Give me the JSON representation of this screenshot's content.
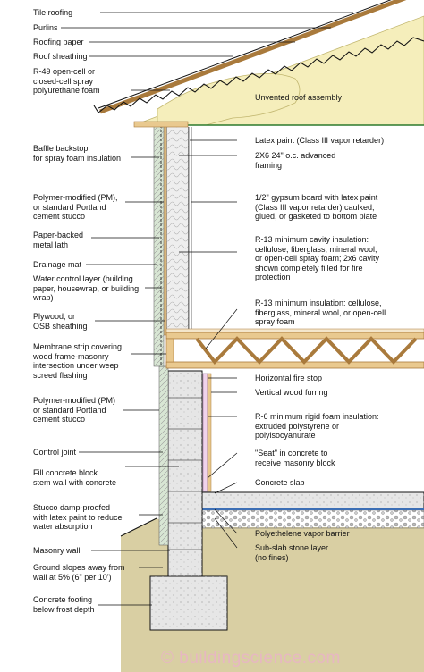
{
  "left_labels": [
    {
      "id": "tile-roofing",
      "lines": [
        "Tile roofing"
      ]
    },
    {
      "id": "purlins",
      "lines": [
        "Purlins"
      ]
    },
    {
      "id": "roofing-paper",
      "lines": [
        "Roofing paper"
      ]
    },
    {
      "id": "roof-sheathing",
      "lines": [
        "Roof sheathing"
      ]
    },
    {
      "id": "spray-foam",
      "lines": [
        "R-49 open-cell or",
        "closed-cell spray",
        "polyurethane foam"
      ]
    },
    {
      "id": "baffle",
      "lines": [
        "Baffle backstop",
        "for spray foam insulation"
      ]
    },
    {
      "id": "pm-stucco-upper",
      "lines": [
        "Polymer-modified (PM),",
        "or standard Portland",
        "cement stucco"
      ]
    },
    {
      "id": "metal-lath",
      "lines": [
        "Paper-backed",
        "metal lath"
      ]
    },
    {
      "id": "drainage-mat",
      "lines": [
        "Drainage mat"
      ]
    },
    {
      "id": "water-control",
      "lines": [
        "Water control layer (building",
        "paper, housewrap, or building",
        "wrap)"
      ]
    },
    {
      "id": "plywood",
      "lines": [
        "Plywood, or",
        "OSB sheathing"
      ]
    },
    {
      "id": "membrane-strip",
      "lines": [
        "Membrane strip covering",
        "wood frame-masonry",
        "intersection under weep",
        "screed flashing"
      ]
    },
    {
      "id": "pm-stucco-lower",
      "lines": [
        "Polymer-modified (PM)",
        "or standard Portland",
        "cement stucco"
      ]
    },
    {
      "id": "control-joint",
      "lines": [
        "Control joint"
      ]
    },
    {
      "id": "fill-block",
      "lines": [
        "Fill concrete block",
        "stem wall with concrete"
      ]
    },
    {
      "id": "damp-proofed",
      "lines": [
        "Stucco damp-proofed",
        "with latex paint to reduce",
        "water absorption"
      ]
    },
    {
      "id": "masonry-wall",
      "lines": [
        "Masonry wall"
      ]
    },
    {
      "id": "ground-slopes",
      "lines": [
        "Ground slopes away from",
        "wall at 5% (6\" per 10')"
      ]
    },
    {
      "id": "footing",
      "lines": [
        "Concrete footing",
        "below frost depth"
      ]
    }
  ],
  "right_labels": [
    {
      "id": "unvented-roof",
      "lines": [
        "Unvented roof assembly"
      ]
    },
    {
      "id": "latex-paint",
      "lines": [
        "Latex paint (Class III vapor retarder)"
      ]
    },
    {
      "id": "framing",
      "lines": [
        "2X6 24\" o.c. advanced",
        "framing"
      ]
    },
    {
      "id": "gypsum",
      "lines": [
        "1/2\" gypsum board with latex paint",
        "(Class III vapor retarder) caulked,",
        "glued, or gasketed to bottom plate"
      ]
    },
    {
      "id": "r13-cavity",
      "lines": [
        "R-13 minimum cavity insulation:",
        "cellulose, fiberglass, mineral wool,",
        "or open-cell spray foam; 2x6 cavity",
        "shown completely filled for fire",
        "protection"
      ]
    },
    {
      "id": "r13-min",
      "lines": [
        "R-13 minimum insulation: cellulose,",
        "fiberglass, mineral wool, or open-cell",
        "spray foam"
      ]
    },
    {
      "id": "fire-stop",
      "lines": [
        "Horizontal fire stop"
      ]
    },
    {
      "id": "furring",
      "lines": [
        "Vertical wood furring"
      ]
    },
    {
      "id": "rigid-foam",
      "lines": [
        "R-6 minimum rigid foam insulation:",
        "extruded polystyrene or",
        "polyisocyanurate"
      ]
    },
    {
      "id": "seat",
      "lines": [
        "\"Seat\" in concrete to",
        "receive masonry block"
      ]
    },
    {
      "id": "slab",
      "lines": [
        "Concrete slab"
      ]
    },
    {
      "id": "vapor-barrier",
      "lines": [
        "Polyethelene vapor barrier"
      ]
    },
    {
      "id": "stone-layer",
      "lines": [
        "Sub-slab stone layer",
        "(no fines)"
      ]
    }
  ],
  "watermark": "© buildingscience.com",
  "colors": {
    "foam": "#f5eebb",
    "wood": "#e9c98f",
    "wood_dark": "#a97a3c",
    "batt": "#eeeeee",
    "concrete": "#e6e6e6",
    "soil": "#d9cfa3",
    "stone": "#cfcfcf",
    "stucco": "#d8e6d4",
    "line": "#111111",
    "rigid_foam": "#efd3ec",
    "poly": "#3d6fb5",
    "watermark": "#e7b7c2"
  }
}
